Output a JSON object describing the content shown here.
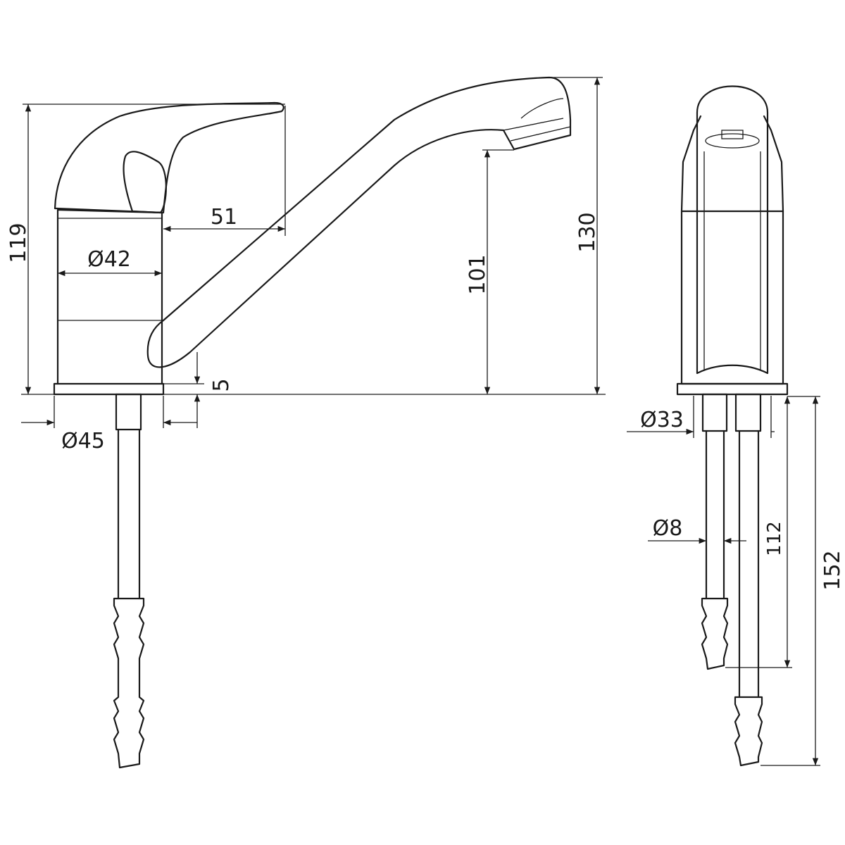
{
  "dimensions": {
    "total_height": "119",
    "lever_overhang": "51",
    "body_diameter": "Ø42",
    "spout_clearance": "101",
    "spout_height": "130",
    "base_thickness": "5",
    "base_diameter": "Ø45",
    "shank_diameter": "Ø33",
    "hose_diameter": "Ø8",
    "short_hose_length": "112",
    "long_hose_length": "152"
  },
  "colors": {
    "line": "#1a1a1a",
    "background": "#ffffff"
  }
}
